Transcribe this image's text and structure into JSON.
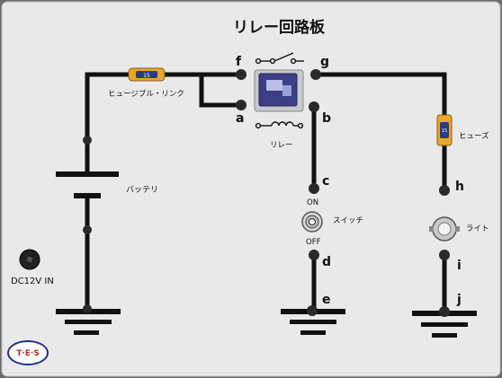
{
  "title": "リレー回路板",
  "components": {
    "fuse_link": {
      "label": "ヒュージブル・リンク",
      "rating": "15"
    },
    "battery": {
      "label": "バッテリ"
    },
    "relay": {
      "label": "リレー"
    },
    "fuse": {
      "label": "ヒューズ",
      "rating": "15"
    },
    "switch": {
      "label": "スイッチ",
      "on_label": "ON",
      "off_label": "OFF"
    },
    "light": {
      "label": "ライト"
    },
    "dc_input": {
      "label": "DC12V IN"
    },
    "logo": {
      "text": "T·E·S"
    }
  },
  "terminals": [
    "a",
    "b",
    "c",
    "d",
    "e",
    "f",
    "g",
    "h",
    "i",
    "j"
  ],
  "colors": {
    "background": "#6b6b6b",
    "board": "#e9e9e9",
    "wire": "#111111",
    "fuse_link_body": "#e8a72b",
    "relay_body": "#3d3f86"
  }
}
